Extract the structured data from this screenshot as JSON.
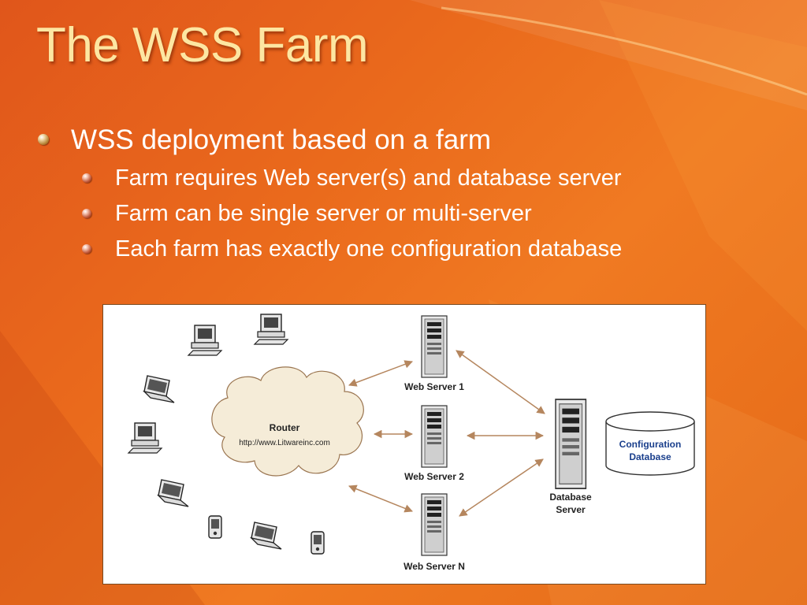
{
  "slide": {
    "title": "The WSS Farm",
    "bullets": [
      {
        "text": "WSS deployment based on a farm",
        "sub": [
          "Farm requires Web server(s) and database server",
          "Farm can be single server or multi-server",
          "Each farm has exactly one configuration database"
        ]
      }
    ]
  },
  "diagram": {
    "router": {
      "label": "Router",
      "url": "http://www.Litwareinc.com"
    },
    "web_servers": [
      "Web Server 1",
      "Web Server 2",
      "Web Server N"
    ],
    "database_server": [
      "Database",
      "Server"
    ],
    "configuration_database": [
      "Configuration",
      "Database"
    ]
  },
  "colors": {
    "title": "#fde6a2",
    "text": "#ffffff",
    "background": "#e8651c",
    "arrow": "#b5865e",
    "db_text": "#1a3f8c"
  }
}
